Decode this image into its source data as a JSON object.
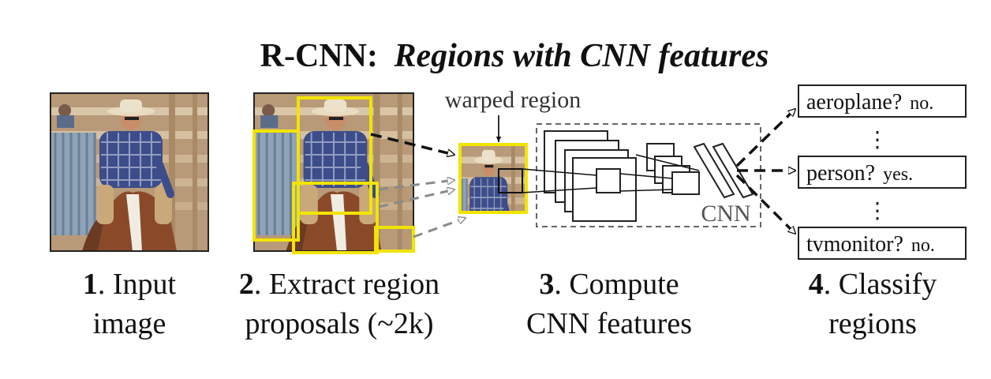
{
  "title": {
    "bold": "R-CNN:",
    "italic": "Regions with CNN features"
  },
  "annotations": {
    "warped_region": "warped region",
    "cnn": "CNN",
    "ellipsis": "⋮"
  },
  "steps": [
    {
      "num": "1",
      "line1": ". Input",
      "line2": "image"
    },
    {
      "num": "2",
      "line1": ". Extract region",
      "line2": "proposals (~2k)"
    },
    {
      "num": "3",
      "line1": ". Compute",
      "line2": "CNN features"
    },
    {
      "num": "4",
      "line1": ". Classify",
      "line2": "regions"
    }
  ],
  "classes": [
    {
      "name": "aeroplane?",
      "answer": "no."
    },
    {
      "name": "person?",
      "answer": "yes."
    },
    {
      "name": "tvmonitor?",
      "answer": "no."
    }
  ],
  "colors": {
    "proposal_box": "#f2e400",
    "arrow": "#111111",
    "faded_arrow": "#8a8a8a"
  },
  "icons": [
    "photo-input-image",
    "photo-region-proposals",
    "photo-warped-region"
  ]
}
